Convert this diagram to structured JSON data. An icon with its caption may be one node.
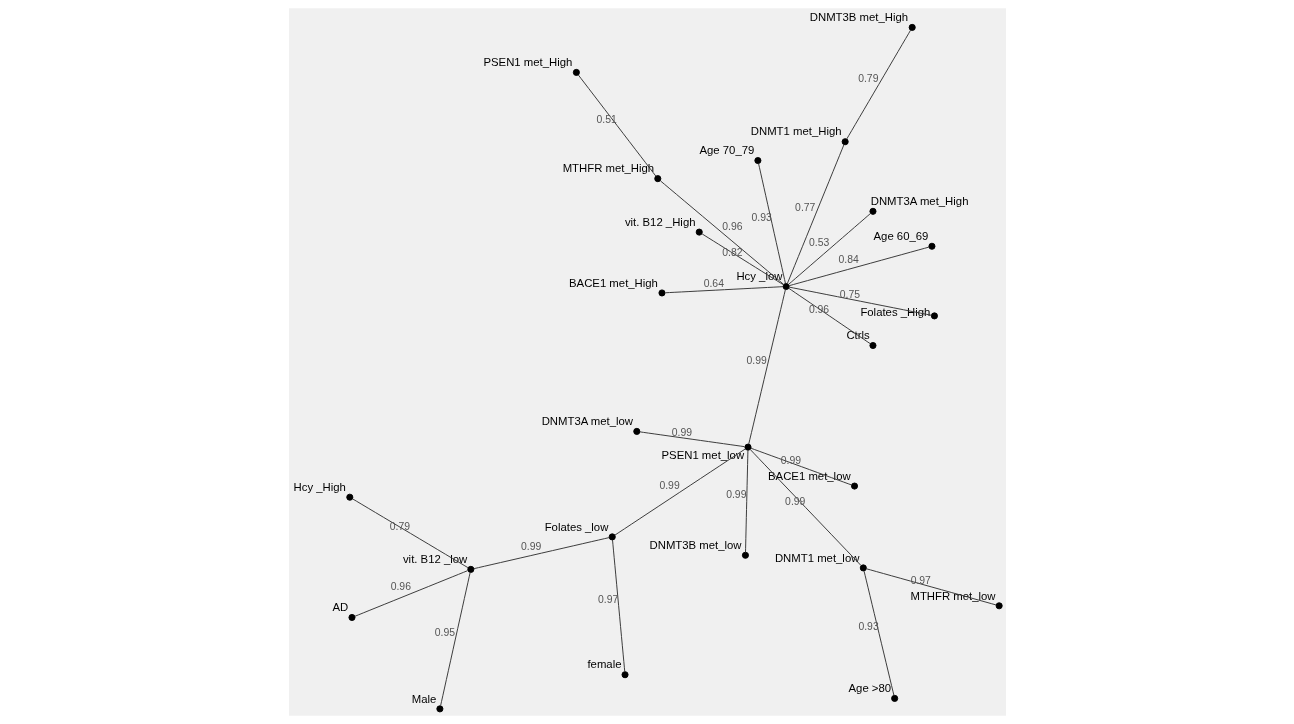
{
  "diagram": {
    "nodes": [
      {
        "text": [
          "Hcy _High"
        ]
      },
      {
        "text": [
          "Male"
        ]
      },
      {
        "text": [
          "AD"
        ]
      },
      {
        "text": [
          "vit. B12 _low"
        ]
      },
      {
        "text": [
          "female"
        ]
      },
      {
        "text": [
          "Folates _low"
        ]
      },
      {
        "text": [
          "DNMT3A met_low"
        ]
      },
      {
        "text": [
          "PSEN1 met_low"
        ]
      },
      {
        "text": [
          "DNMT3B met_low"
        ]
      },
      {
        "text": [
          "DNMT1 met_low"
        ]
      },
      {
        "text": [
          "MTHFR met_low"
        ]
      },
      {
        "text": [
          "Age >80"
        ]
      },
      {
        "text": [
          "BACE1 met_low"
        ]
      },
      {
        "text": [
          "Age 60_69"
        ]
      },
      {
        "text": [
          "Age 70_79"
        ]
      },
      {
        "text": [
          "Ctrls"
        ]
      },
      {
        "text": [
          "Folates _High"
        ]
      },
      {
        "text": [
          "vit. B12 _High"
        ]
      },
      {
        "text": [
          "PSEN1 met_High"
        ]
      },
      {
        "text": [
          "Hcy _low"
        ]
      },
      {
        "text": [
          "MTHFR met_High"
        ]
      },
      {
        "text": [
          "BACE1 met_High"
        ]
      },
      {
        "text": [
          "DNMT1 met_High"
        ]
      },
      {
        "text": [
          "DNMT3A met_High"
        ]
      },
      {
        "text": [
          "DNMT3B met_High"
        ]
      }
    ],
    "edges": [
      {
        "from": 0,
        "to": 3,
        "arrow": "none",
        "label": "0.79"
      },
      {
        "from": 1,
        "to": 3,
        "arrow": "none",
        "label": "0.95"
      },
      {
        "from": 2,
        "to": 3,
        "arrow": "none",
        "label": "0.96"
      },
      {
        "from": 3,
        "to": 5,
        "arrow": "none",
        "label": "0.99"
      },
      {
        "from": 4,
        "to": 5,
        "arrow": "none",
        "label": "0.97"
      },
      {
        "from": 5,
        "to": 7,
        "arrow": "none",
        "label": "0.99"
      },
      {
        "from": 6,
        "to": 7,
        "arrow": "none",
        "label": "0.99"
      },
      {
        "from": 8,
        "to": 7,
        "arrow": "none",
        "label": "0.99"
      },
      {
        "from": 9,
        "to": 7,
        "arrow": "none",
        "label": "0.99"
      },
      {
        "from": 7,
        "to": 12,
        "arrow": "none",
        "label": "0.99"
      },
      {
        "from": 10,
        "to": 9,
        "arrow": "none",
        "label": "0.97"
      },
      {
        "from": 9,
        "to": 11,
        "arrow": "none",
        "label": "0.93"
      },
      {
        "from": 7,
        "to": 19,
        "arrow": "none",
        "label": "0.99"
      },
      {
        "from": 13,
        "to": 19,
        "arrow": "none",
        "label": "0.84"
      },
      {
        "from": 14,
        "to": 19,
        "arrow": "none",
        "label": "0.93"
      },
      {
        "from": 16,
        "to": 19,
        "arrow": "none",
        "label": "0.75"
      },
      {
        "from": 15,
        "to": 19,
        "arrow": "none",
        "label": "0.96"
      },
      {
        "from": 17,
        "to": 19,
        "arrow": "none",
        "label": "0.82"
      },
      {
        "from": 20,
        "to": 19,
        "arrow": "none",
        "label": "0.96"
      },
      {
        "from": 18,
        "to": 20,
        "arrow": "none",
        "label": "0.51"
      },
      {
        "from": 19,
        "to": 21,
        "arrow": "none",
        "label": "0.64"
      },
      {
        "from": 19,
        "to": 22,
        "arrow": "none",
        "label": "0.77"
      },
      {
        "from": 22,
        "to": 24,
        "arrow": "none",
        "label": "0.79"
      },
      {
        "from": 19,
        "to": 23,
        "arrow": "none",
        "label": "0.53"
      }
    ]
  }
}
